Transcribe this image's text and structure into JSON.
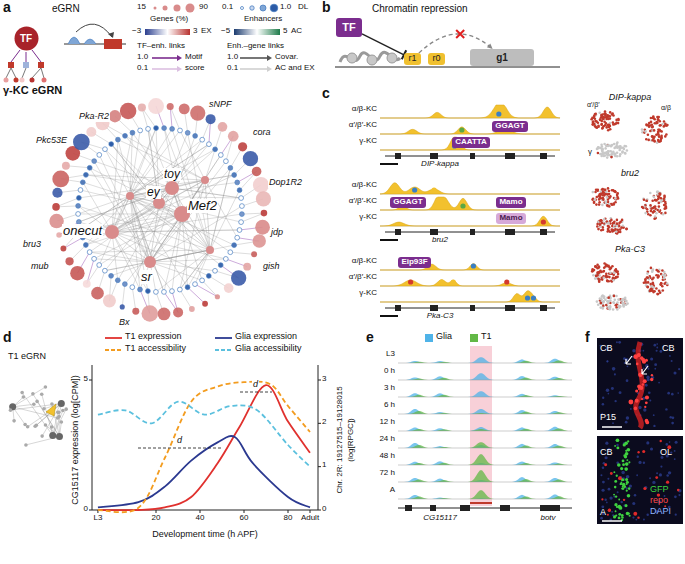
{
  "diagram": {
    "nodes": [
      {
        "text": [
          "TF"
        ]
      },
      {
        "text": [
          "TF"
        ]
      },
      {
        "text": [
          "r1"
        ]
      },
      {
        "text": [
          "r0"
        ]
      },
      {
        "text": [
          "g1"
        ]
      },
      {
        "text": [
          "GGAGT"
        ]
      },
      {
        "text": [
          "CAATTA"
        ]
      },
      {
        "text": [
          "GGAGT"
        ]
      },
      {
        "text": [
          "Mamo"
        ]
      },
      {
        "text": [
          "Mamo"
        ]
      },
      {
        "text": [
          "Eip93F"
        ]
      }
    ],
    "edges": [
      {
        "from": 1,
        "to": 2,
        "arrow": "to"
      },
      {
        "from": 2,
        "to": 4,
        "arrow": "to"
      }
    ],
    "labels": [
      "a",
      "eGRN",
      "15",
      "90",
      "Genes (%)",
      "−3",
      "3",
      "EX",
      "0.1",
      "1.0",
      "DL",
      "Enhancers",
      "−5",
      "5",
      "AC",
      "TF–enh. links",
      "1.0",
      "Motif",
      "0.1",
      "score",
      "Enh.–gene links",
      "1.0",
      "Covar.",
      "0.1",
      "AC and EX",
      "γ-KC eGRN",
      "Pka-R2",
      "Pkc53E",
      "sNPF",
      "cora",
      "toy",
      "ey",
      "Mef2",
      "Dop1R2",
      "onecut",
      "bru3",
      "mub",
      "jdp",
      "gish",
      "sr",
      "Bx",
      "b",
      "Chromatin repression",
      "c",
      "α/β-KC",
      "α′/β′-KC",
      "γ-KC",
      "DIP-kappa",
      "DIP-kappa",
      "α′/β′",
      "α/β",
      "γ",
      "α/β-KC",
      "α′/β′-KC",
      "γ-KC",
      "bru2",
      "bru2",
      "α/β-KC",
      "α′/β′-KC",
      "γ-KC",
      "Pka-C3",
      "Pka-C3",
      "d",
      "T1 eGRN",
      "CG15117 expression (log[CPM])",
      "5",
      "0",
      "L3",
      "20",
      "40",
      "60",
      "80",
      "Adult",
      "Development time (h APF)",
      "Chr. 2R: 19127515–19128015",
      "(log[RPGC])",
      "3",
      "2",
      "1",
      "0",
      "d",
      "d",
      "e",
      "L3",
      "0 h",
      "3 h",
      "6 h",
      "12 h",
      "24 h",
      "48 h",
      "72 h",
      "A",
      "CG15117",
      "botv",
      "f",
      "CB",
      "CB",
      "P15",
      "CB",
      "OL",
      "A",
      "GFP",
      "repo",
      "DAPI"
    ],
    "legend": [
      {
        "text": "T1 expression"
      },
      {
        "text": "Glia expression"
      },
      {
        "text": "T1 accessibility"
      },
      {
        "text": "Glia accessibility"
      },
      {
        "text": "Glia",
        "color": "#4fb3e8"
      },
      {
        "text": "T1",
        "color": "#62b846"
      }
    ]
  }
}
